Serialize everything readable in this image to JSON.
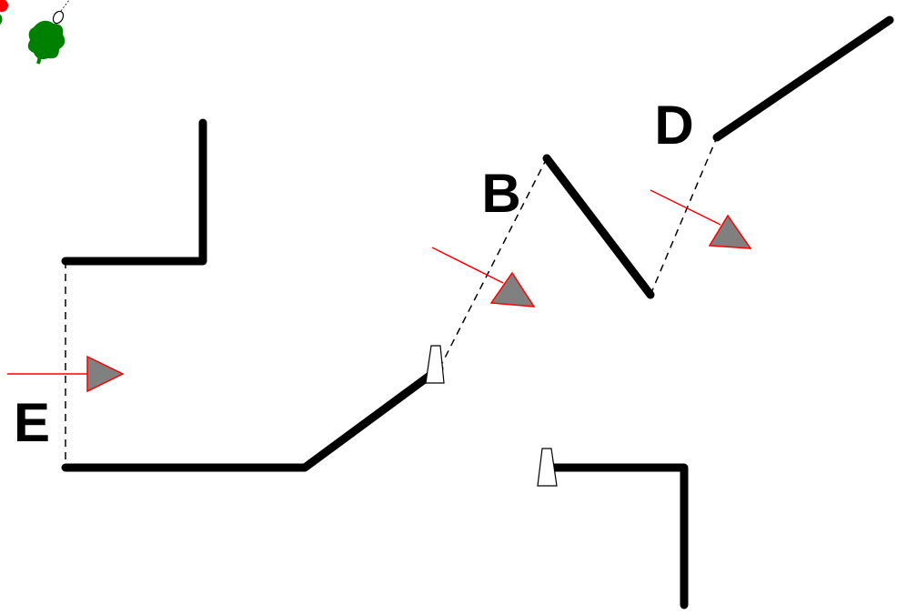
{
  "labels": {
    "b": "B",
    "d": "D",
    "e": "E"
  },
  "colors": {
    "wall": "#000000",
    "arrow_line": "#ff0000",
    "arrow_head_fill": "#808080",
    "arrow_head_stroke": "#ff0000",
    "tree": "#008000",
    "agent": "#ff0000",
    "background": "#ffffff"
  },
  "icons": {
    "robot": "robot-icon",
    "tree": "tree-icon",
    "door_marker": "door-marker-icon",
    "direction_arrow": "direction-arrow-icon"
  }
}
